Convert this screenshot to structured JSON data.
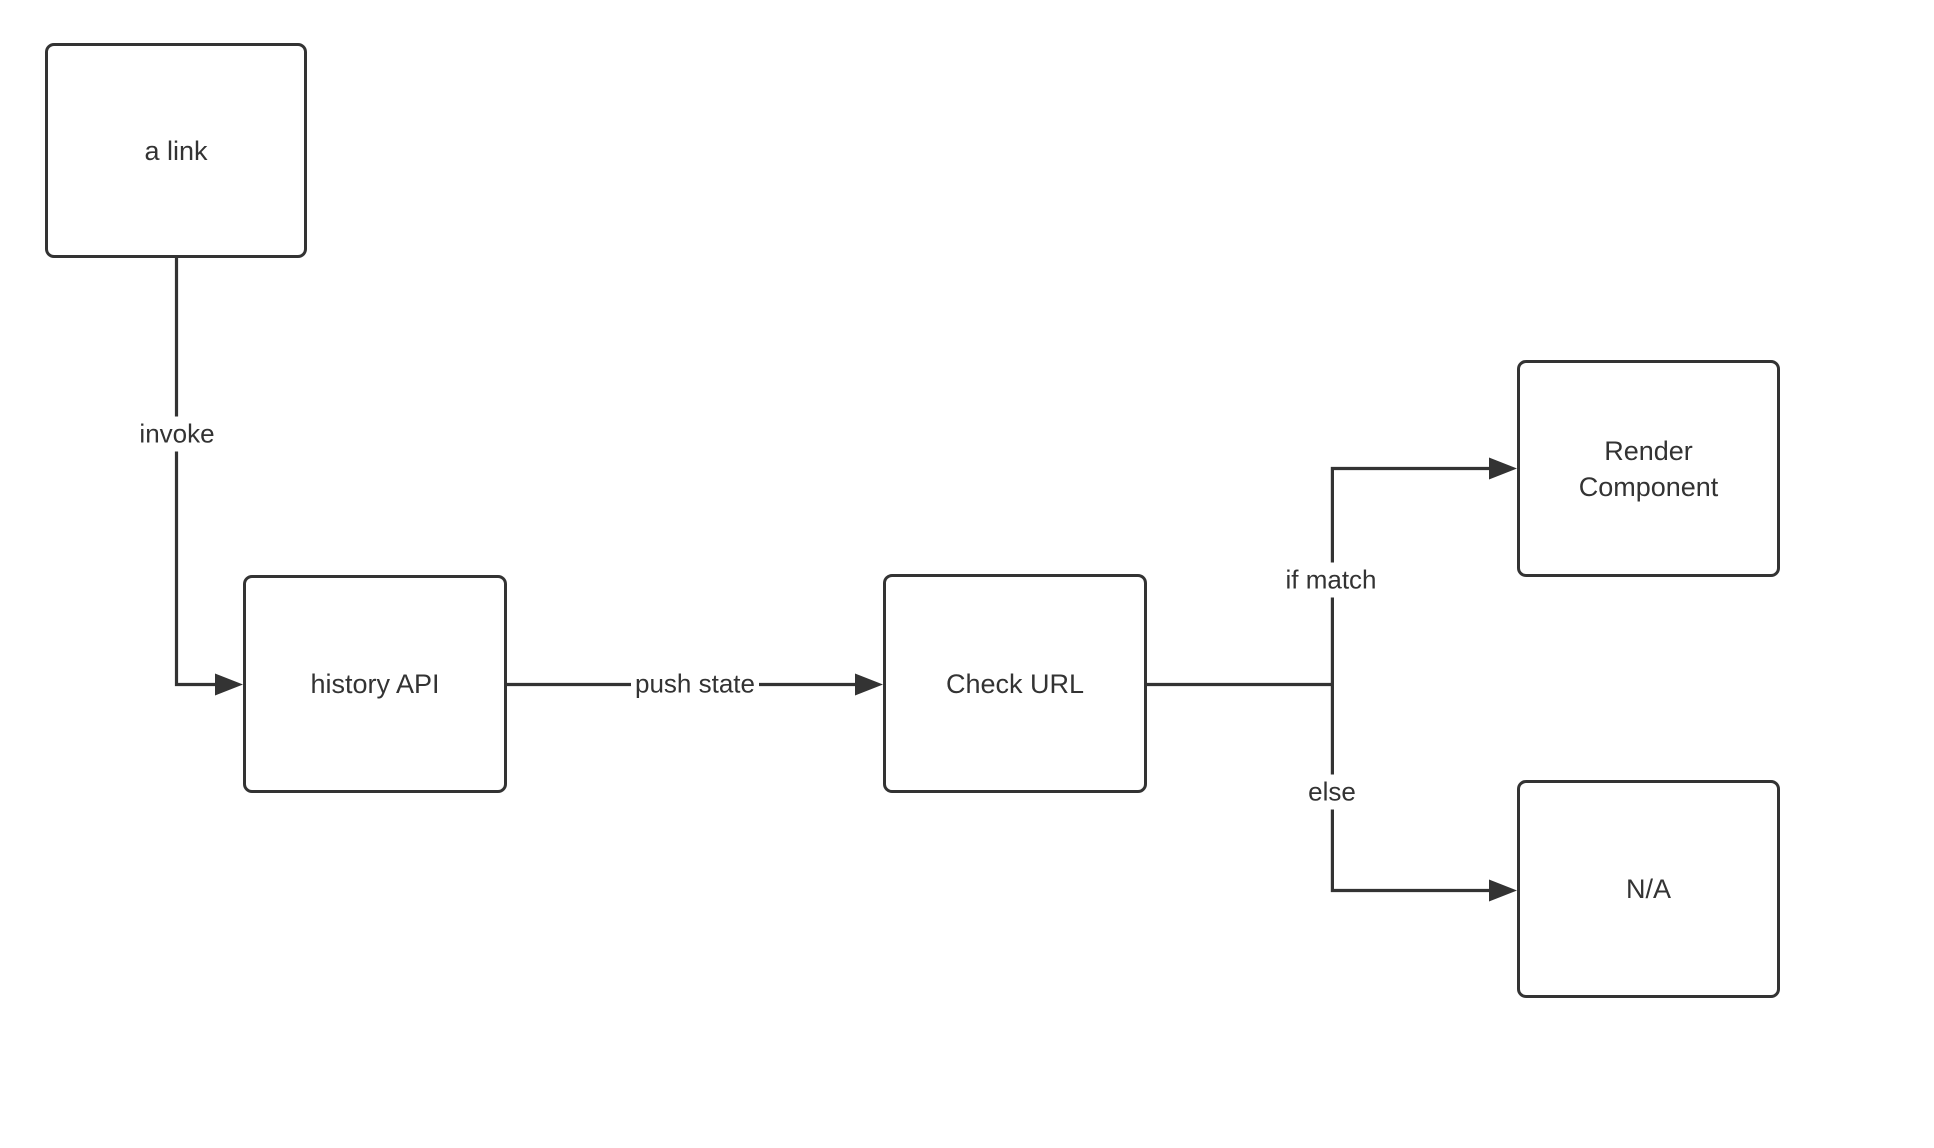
{
  "colors": {
    "background": "#ffffff",
    "stroke": "#333333",
    "text": "#333333"
  },
  "nodes": [
    {
      "id": "a-link",
      "label": "a link"
    },
    {
      "id": "history-api",
      "label": "history API"
    },
    {
      "id": "check-url",
      "label": "Check URL"
    },
    {
      "id": "render-component",
      "label": "Render\nComponent"
    },
    {
      "id": "na",
      "label": "N/A"
    }
  ],
  "edges": [
    {
      "from": "a link",
      "to": "history API",
      "label": "invoke"
    },
    {
      "from": "history API",
      "to": "Check URL",
      "label": "push state"
    },
    {
      "from": "Check URL",
      "to": "Render Component",
      "label": "if match"
    },
    {
      "from": "Check URL",
      "to": "N/A",
      "label": "else"
    }
  ]
}
